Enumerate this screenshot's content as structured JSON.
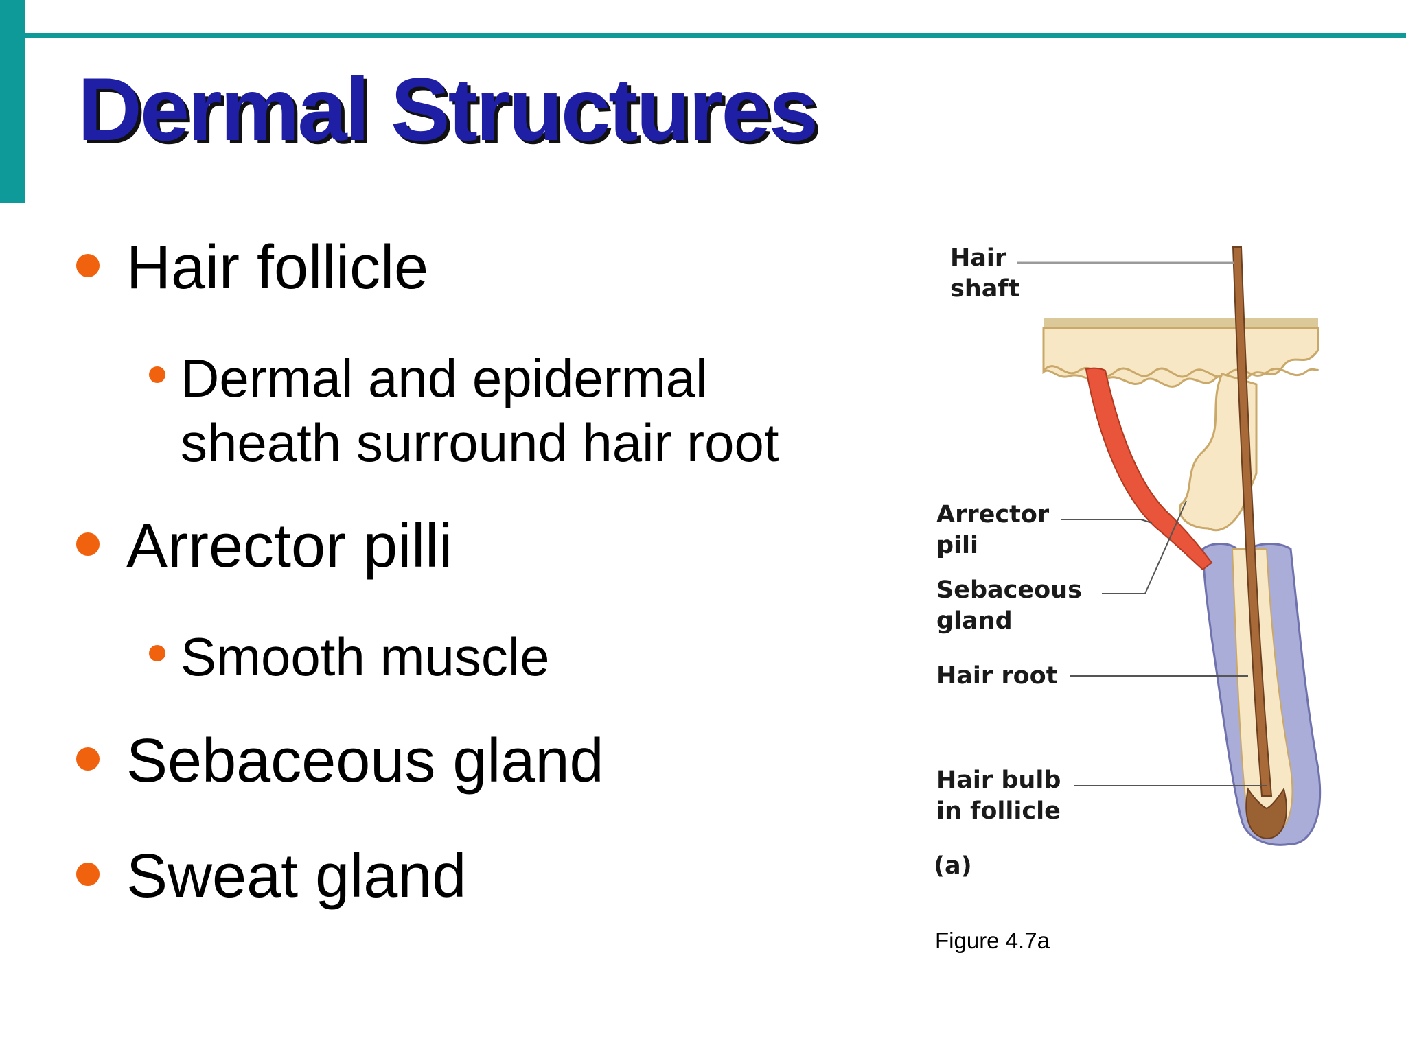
{
  "slide": {
    "title": "Dermal Structures",
    "bullets": [
      {
        "text": "Hair follicle",
        "sub": [
          "Dermal and epidermal",
          "sheath surround hair root"
        ]
      },
      {
        "text": "Arrector pilli",
        "sub": [
          "Smooth muscle"
        ]
      },
      {
        "text": "Sebaceous gland"
      },
      {
        "text": "Sweat gland"
      }
    ],
    "figure": {
      "labels": {
        "hair_shaft": "Hair\nshaft",
        "arrector_pili": "Arrector\npili",
        "sebaceous_gland": "Sebaceous\ngland",
        "hair_root": "Hair root",
        "hair_bulb": "Hair bulb\nin follicle",
        "panel": "(a)"
      },
      "caption": "Figure 4.7a"
    }
  },
  "colors": {
    "accent_teal": "#0f9a9a",
    "title_blue": "#1f1fa6",
    "bullet_orange": "#f0620e"
  }
}
